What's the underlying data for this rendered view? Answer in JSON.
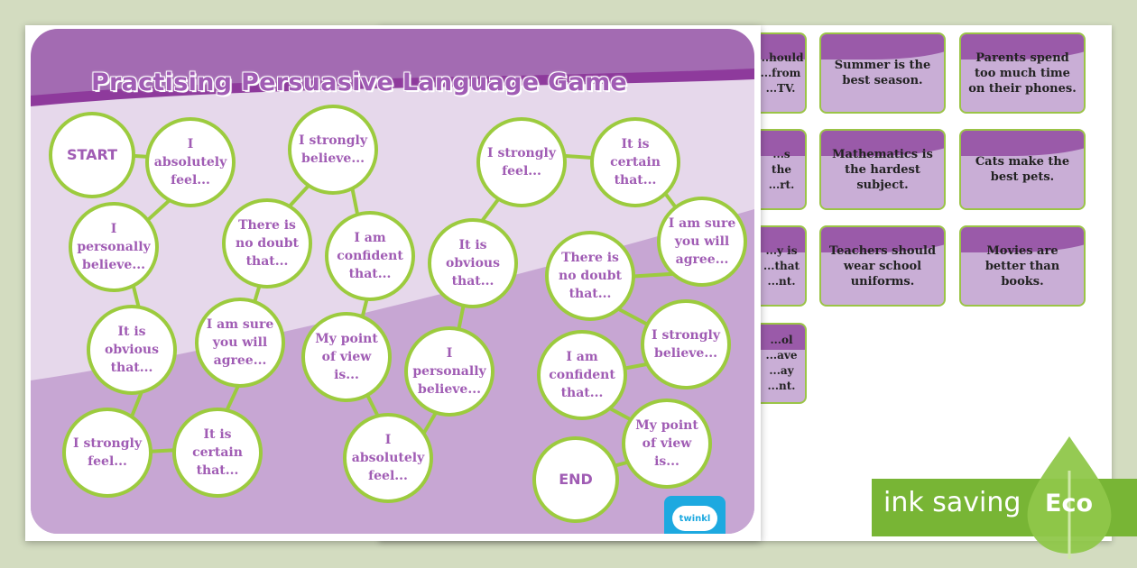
{
  "board": {
    "title": "Practising Persuasive Language Game",
    "spaces": [
      "START",
      "I absolutely feel...",
      "I personally believe...",
      "It is obvious that...",
      "I strongly feel...",
      "It is certain that...",
      "I am sure you will agree...",
      "There is no doubt that...",
      "I strongly believe...",
      "I am confident that...",
      "My point of view is...",
      "I absolutely feel...",
      "I personally believe...",
      "It is obvious that...",
      "I strongly feel...",
      "It is certain that...",
      "I am sure you will agree...",
      "There is no doubt that...",
      "I strongly believe...",
      "I am confident that...",
      "My point of view is...",
      "END"
    ],
    "logo_text": "twinkl"
  },
  "cards": [
    {
      "text": "...hould ...from ...TV."
    },
    {
      "text": "Summer is the best season."
    },
    {
      "text": "Parents spend too much time on their phones."
    },
    {
      "text": "...s the ...rt."
    },
    {
      "text": "Mathematics is the hardest subject."
    },
    {
      "text": "Cats make the best pets."
    },
    {
      "text": "...y is ...that ...nt."
    },
    {
      "text": "Teachers should wear school uniforms."
    },
    {
      "text": "Movies are better than books."
    },
    {
      "text": "...ol ...ave ...ay ...nt."
    }
  ],
  "eco_badge": {
    "text": "ink saving",
    "label": "Eco"
  },
  "colors": {
    "purple": "#a36bb2",
    "light_purple": "#c9aed6",
    "green": "#9ccb3e",
    "eco_green": "#78b535",
    "twinkl_blue": "#1da9e0"
  }
}
